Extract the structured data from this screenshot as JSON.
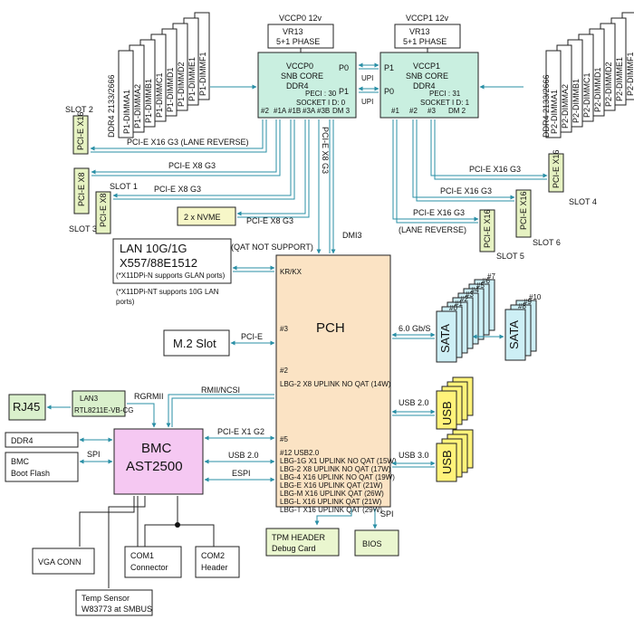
{
  "cpu0": {
    "vccp_label": "VCCP0 12v",
    "vr_line1": "VR13",
    "vr_line2": "5+1 PHASE",
    "name": "VCCP0",
    "core": "SNB CORE",
    "ddr": "DDR4",
    "peci": "PECI : 30",
    "socket": "SOCKET  I D: 0",
    "dm": "DM 3",
    "p0": "P0",
    "p1": "P1",
    "ports": [
      "#2",
      "#1A",
      "#1B",
      "#3A",
      "#3B"
    ]
  },
  "cpu1": {
    "vccp_label": "VCCP1 12v",
    "vr_line1": "VR13",
    "vr_line2": "5+1 PHASE",
    "name": "VCCP1",
    "core": "SNB CORE",
    "ddr": "DDR4",
    "peci": "PECI : 31",
    "socket": "SOCKET  I D: 1",
    "dm": "DM 2",
    "p0": "P0",
    "p1": "P1",
    "ports": [
      "#1",
      "#2",
      "#3"
    ]
  },
  "upi": [
    "UPI",
    "UPI"
  ],
  "dimms_left": [
    "P1-DIMMA1",
    "P1-DIMMA2",
    "P1-DIMMB1",
    "P1-DIMMC1",
    "P1-DIMMD1",
    "P1-DIMMD2",
    "P1-DIMME1",
    "P1-DIMMF1"
  ],
  "dimms_right": [
    "P2-DIMMA1",
    "P2-DIMMA2",
    "P2-DIMMB1",
    "P2-DIMMC1",
    "P2-DIMMD1",
    "P2-DIMMD2",
    "P2-DIMME1",
    "P2-DIMMF1"
  ],
  "ddr_speed_left": "DDR4  2133/2666",
  "ddr_speed_right": "DDR4  2133/2666",
  "slots": {
    "slot2_label": "SLOT 2",
    "slot2_card": "PCI-E X16",
    "slot1_label": "SLOT 1",
    "slot1_card": "PCI-E X8",
    "slot3_label": "SLOT 3",
    "slot3_card": "PCI-E X8",
    "slot4_label": "SLOT 4",
    "slot4_card": "PCI-E X16",
    "slot5_label": "SLOT 5",
    "slot5_card": "PCI-E X16",
    "slot6_label": "SLOT 6",
    "slot6_card": "PCI-E X16"
  },
  "links": {
    "x16_lane_rev_left": "PCI-E X16 G3 (LANE REVERSE)",
    "x8_g3_a": "PCI-E X8 G3",
    "x8_g3_b": "PCI-E X8 G3",
    "x8_g3_nvme": "PCI-E X8 G3",
    "x8_g3_vertical": "PCI-E X8 G3",
    "dmi3": "DMI3",
    "qat_not": "(QAT NOT SUPPORT)",
    "x16_g3_r1": "PCI-E X16 G3",
    "x16_g3_r2": "PCI-E X16 G3",
    "x16_g3_r3": "PCI-E X16 G3",
    "lane_rev_right": "(LANE REVERSE)",
    "sata_speed": "6.0 Gb/S",
    "usb20_right": "USB 2.0",
    "usb30_right": "USB 3.0",
    "rmii": "RMII/NCSI",
    "rgrmii": "RGRMII",
    "pcie_x1": "PCI-E X1 G2",
    "usb20_bmc": "USB 2.0",
    "espi": "ESPI",
    "spi_left": "SPI",
    "spi_pch": "SPI",
    "pcie_m2": "PCI-E"
  },
  "nvme": "2 x NVME",
  "lan": {
    "line1": "LAN 10G/1G",
    "line2": "X557/88E1512",
    "note1": "(*X11DPi-N supports GLAN ports)",
    "note2": "(*X11DPi-NT supports 10G LAN",
    "note3": "ports)"
  },
  "m2": "M.2 Slot",
  "pch": {
    "title": "PCH",
    "krkx": "KR/KX",
    "p3": "#3",
    "p2": "#2",
    "lbg2": "LBG-2 X8 UPLINK NO QAT (14W)",
    "p5": "#5",
    "list": [
      "#12 USB2.0",
      "LBG-1G  X1 UPLINK NO QAT (15W)",
      "LBG-2  X8 UPLINK NO QAT (17W)",
      "LBG-4  X16 UPLINK NO QAT (19W)",
      "LBG-E  X16 UPLINK  QAT (21W)",
      "LBG-M  X16 UPLINK  QAT (26W)",
      "LBG-L  X16 UPLINK  QAT (21W)",
      "LBG-T  X16 UPLINK  QAT (29W)"
    ]
  },
  "sata": {
    "label": "SATA",
    "nums_a": [
      "#0",
      "#1",
      "#2",
      "#3",
      "#4",
      "#5",
      "#6",
      "#7"
    ],
    "nums_b": [
      "#8",
      "#9",
      "#10"
    ]
  },
  "usb_label": "USB",
  "rj45": "RJ45",
  "lan3": {
    "title": "LAN3",
    "chip": "RTL8211E-VB-CG"
  },
  "ddr4_box": "DDR4",
  "bmc": {
    "line1": "BMC",
    "line2": "AST2500"
  },
  "bmc_flash": {
    "line1": "BMC",
    "line2": "Boot Flash"
  },
  "vga": "VGA CONN",
  "com1": {
    "line1": "COM1",
    "line2": "Connector"
  },
  "com2": {
    "line1": "COM2",
    "line2": "Header"
  },
  "temp": {
    "line1": "Temp Sensor",
    "line2": "W83773 at SMBUS"
  },
  "tpm": {
    "line1": "TPM HEADER",
    "line2": "Debug Card"
  },
  "bios": "BIOS",
  "colors": {
    "cpu_fill": "#c9efe0",
    "pch_fill": "#fbe3c4",
    "bmc_fill": "#f5c8f2",
    "slot_fill": "#e6f2c2",
    "sata_fill": "#cdeff5",
    "usb_fill": "#fff37a",
    "tpm_fill": "#eaf6cf",
    "lan3_fill": "#daf0cc",
    "nvme_fill": "#f7f7c8",
    "link": "#2a8fa6"
  }
}
